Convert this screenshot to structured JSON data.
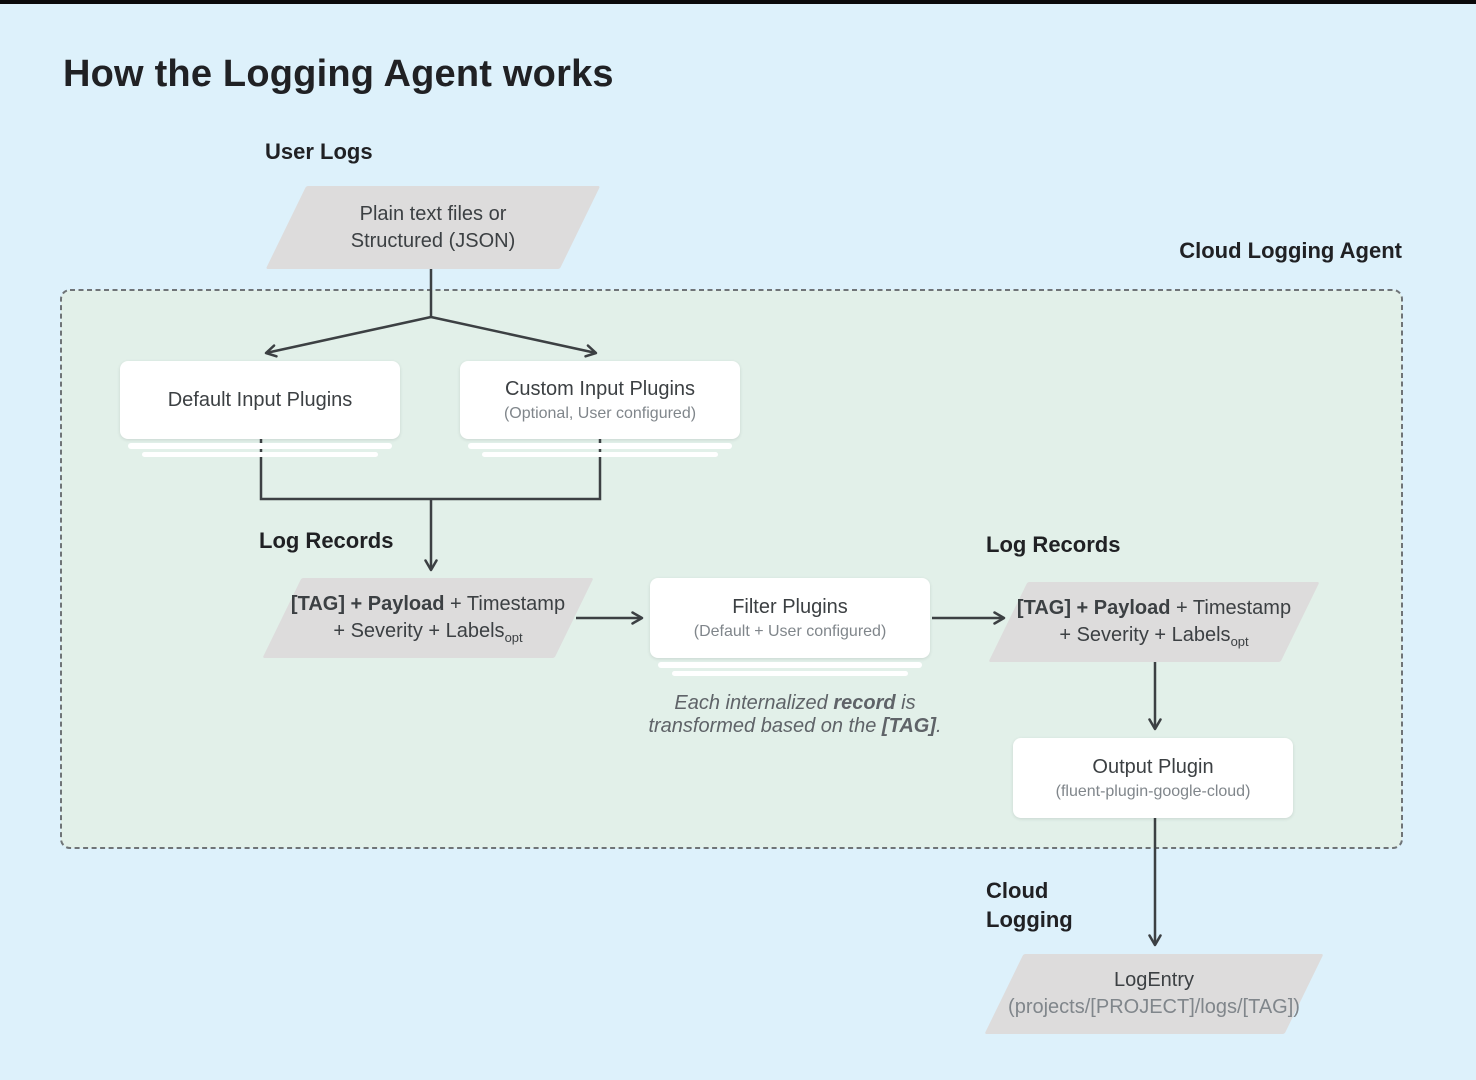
{
  "title": "How the Logging Agent works",
  "labels": {
    "user_logs": "User Logs",
    "cloud_logging_agent": "Cloud Logging Agent",
    "log_records_left": "Log Records",
    "log_records_right": "Log Records",
    "cloud_logging_line1": "Cloud",
    "cloud_logging_line2": "Logging"
  },
  "nodes": {
    "user_input": {
      "line1": "Plain text files or",
      "line2": "Structured (JSON)"
    },
    "default_input": {
      "title": "Default Input Plugins"
    },
    "custom_input": {
      "title": "Custom Input Plugins",
      "subtitle": "(Optional, User configured)"
    },
    "record_left": {
      "bold": "[TAG] + Payload",
      "rest": " + Timestamp",
      "line2": "+ Severity + Labels",
      "subscript": "opt"
    },
    "filter": {
      "title": "Filter Plugins",
      "subtitle": "(Default + User configured)"
    },
    "record_right": {
      "bold": "[TAG] + Payload",
      "rest": " + Timestamp",
      "line2": "+ Severity + Labels",
      "subscript": "opt"
    },
    "output": {
      "title": "Output Plugin",
      "subtitle": "(fluent-plugin-google-cloud)"
    },
    "log_entry": {
      "title": "LogEntry",
      "subtitle": "(projects/[PROJECT]/logs/[TAG])"
    }
  },
  "note": {
    "l1a": "Each internalized ",
    "l1b": "record",
    "l1c": " is",
    "l2a": "transformed based on the ",
    "l2b": "[TAG]",
    "l2c": "."
  },
  "colors": {
    "background": "#ddf1fb",
    "agent_panel": "#e2f0e9",
    "panel_border": "#6f7477",
    "shape_gray": "#dddcdc",
    "node_white": "#ffffff",
    "text_dark": "#3c4043",
    "text_gray": "#80868b",
    "heading": "#202124",
    "line": "#3c4043"
  }
}
